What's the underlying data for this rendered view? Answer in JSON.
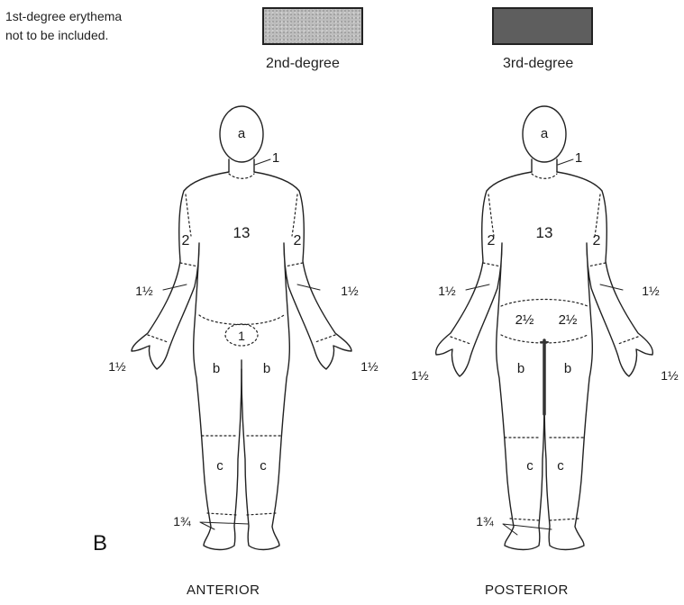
{
  "legend": {
    "note_line1": "1st-degree erythema",
    "note_line2": "not to be included.",
    "second_degree": "2nd-degree",
    "third_degree": "3rd-degree",
    "second_color": "#bdbdbd",
    "third_color": "#5e5e5e"
  },
  "panel_letter": "B",
  "anterior": {
    "label": "ANTERIOR",
    "head": "a",
    "neck": "1",
    "trunk": "13",
    "upper_arm_left": "2",
    "upper_arm_right": "2",
    "forearm_left": "1½",
    "forearm_right": "1½",
    "hand_left": "1½",
    "hand_right": "1½",
    "genitals": "1",
    "thigh_left": "b",
    "thigh_right": "b",
    "leg_left": "c",
    "leg_right": "c",
    "feet": "1¾"
  },
  "posterior": {
    "label": "POSTERIOR",
    "head": "a",
    "neck": "1",
    "trunk": "13",
    "upper_arm_left": "2",
    "upper_arm_right": "2",
    "forearm_left": "1½",
    "forearm_right": "1½",
    "buttock_left": "2½",
    "buttock_right": "2½",
    "hand_left": "1½",
    "hand_right": "1½",
    "thigh_left": "b",
    "thigh_right": "b",
    "leg_left": "c",
    "leg_right": "c",
    "feet": "1¾"
  }
}
